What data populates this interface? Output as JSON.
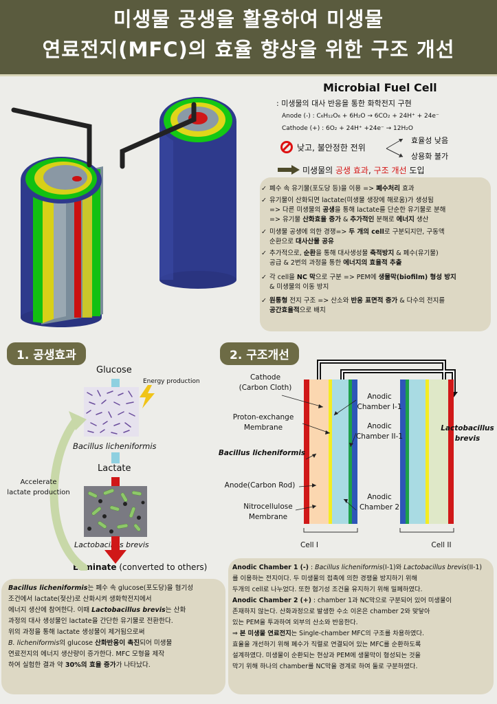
{
  "header": {
    "line1": "미생물 공생을 활용하여 미생물",
    "line2": "연료전지(MFC)의 효율 향상을 위한 구조 개선"
  },
  "mfc": {
    "title": "Microbial Fuel Cell",
    "subtitle": ": 미생물의 대사 반응을 통한 화학전지 구현",
    "anode_eq": "Anode (-) : C₆H₁₂O₆ + 6H₂O → 6CO₂ + 24H⁺ + 24e⁻",
    "cathode_eq": "Cathode (+) : 6O₂ + 24H⁺ +24e⁻ → 12H₂O",
    "problem": "낮고, 불안정한 전위",
    "problem_effects": [
      "효율성 낮음",
      "상용화 불가"
    ],
    "solution_prefix": "미생물의 ",
    "solution_a": "공생 효과",
    "solution_sep": ", ",
    "solution_b": "구조 개선",
    "solution_suffix": " 도입"
  },
  "checklist": [
    "폐수 속 유기물(포도당 등)을 이용 => 폐수처리 효과",
    "유기물이 산화되면 lactate(미생물 생장에 해로움)가 생성됨 => 다른 미생물의 공생을 통해 lactate를 단순한 유기물로 분해 => 유기물 산화효율 증가 & 추가적인 분해로 에너지 생산",
    "미생물 공생에 의한 경쟁=> 두 개의 cell로 구분되지만, 구동액 순환으로 대사산물 공유",
    "추가적으로, 순환을 통해 대사생성물 축적방지 & 폐수(유기물) 공급 & 2번의 과정을 통한 에너지의 효율적 추출",
    "각 cell을 NC 막으로 구분 => PEM에 생물막(biofilm) 형성 방지 & 미생물의 이동 방지",
    "원통형 전지 구조 => 산소와 반응 표면적 증가 & 다수의 전지를 공간효율적으로 배치"
  ],
  "section1": {
    "title": "1. 공생효과",
    "glucose": "Glucose",
    "energy": "Energy production",
    "bacillus": "Bacillus licheniformis",
    "lactate": "Lactate",
    "lacto": "Lactobacillus brevis",
    "accelerate": "Accelerate\nlactate production",
    "eliminate": "Eliminate",
    "eliminate_note": " (converted to others)",
    "paragraph": [
      "Bacillus licheniformis는 폐수 속 glucose(포도당)을 혐기성",
      "조건에서 lactate(젖산)로 산화시켜 생화학전지에서",
      "에너지 생산에 참여한다. 이때 Lactobacillus brevis는 산화",
      "과정의 대사 생성물인 lactate을 간단한 유기물로 전환한다.",
      "위의 과정을 통해 lactate 생성물이 제거됨으로써",
      "B. licheniformis의 glucose 산화반응이 촉진되어 미생물",
      "연료전지의 에너지 생산량이 증가한다. MFC 모형을 제작",
      "하여 실험한 결과 약 30%의 효율 증가가 나타났다."
    ]
  },
  "section2": {
    "title": "2. 구조개선",
    "cathode": "Cathode\n(Carbon Cloth)",
    "pem": "Proton-exchange\nMembrane",
    "bacillus": "Bacillus licheniformis",
    "anode": "Anode(Carbon Rod)",
    "nc": "Nitrocellulose\nMembrane",
    "chamber1": "Anodic\nChamber I-1",
    "chamber21": "Anodic\nChamber II-1",
    "chamber2": "Anodic\nChamber 2",
    "lacto": "Lactobacillus\nbrevis",
    "cell1": "Cell I",
    "cell2": "Cell II",
    "paragraph": [
      "Anodic Chamber 1 (-) : Bacillus licheniformis(I-1)와 Lactobacillus brevis(II-1)",
      "를 이용하는 전지이다. 두 미생물의 접촉에 의한 경쟁을 방지하기 위해",
      "두개의 cell로 나누었다. 또한 혐기성 조건을 유지하기 위해 밀폐하였다.",
      "Anodic Chamber 2 (+) : chamber 1과 NC막으로 구분되어 있어 미생물이",
      "존재하지 않는다. 산화과정으로 발생한 수소 이온은 chamber 2와 맞닿아",
      "있는 PEM을 투과하여 외부의 산소와 반응한다.",
      "⇒ 본 미생물 연료전지는 Single-chamber MFC의 구조를 차용하였다.",
      "효율을 개선하기 위해 폐수가 직렬로 연결되어 있는 MFC를 순환하도록",
      "설계하였다. 미생물이 순환되는 현상과 PEM에 생물막이 형성되는 것을",
      "막기 위해 하나의 chamber를 NC막을 경계로 하여 둘로 구분하였다."
    ]
  }
}
